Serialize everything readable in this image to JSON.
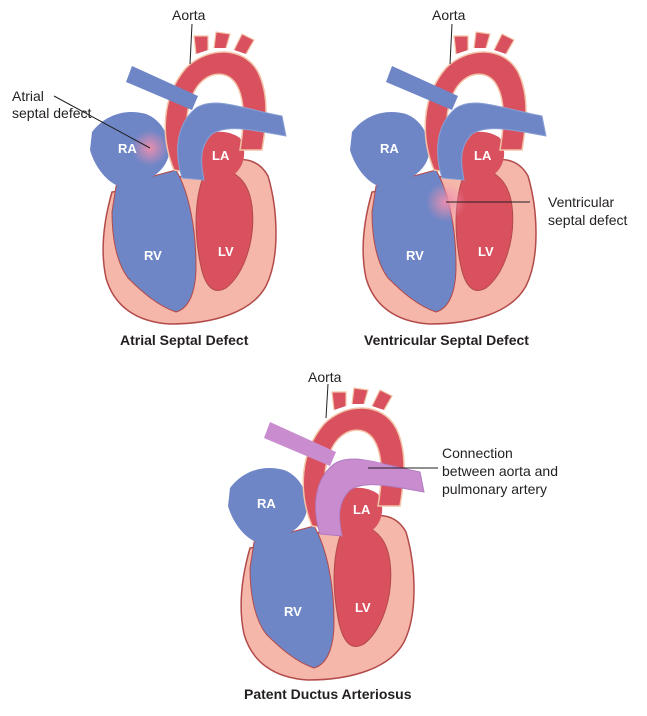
{
  "diagrams": [
    {
      "caption": "Atrial Septal Defect",
      "aorta_label": "Aorta",
      "defect_label_line1": "Atrial",
      "defect_label_line2": "septal defect",
      "chambers": {
        "ra": "RA",
        "la": "LA",
        "rv": "RV",
        "lv": "LV"
      }
    },
    {
      "caption": "Ventricular Septal Defect",
      "aorta_label": "Aorta",
      "defect_label_line1": "Ventricular",
      "defect_label_line2": "septal defect",
      "chambers": {
        "ra": "RA",
        "la": "LA",
        "rv": "RV",
        "lv": "LV"
      }
    },
    {
      "caption": "Patent Ductus Arteriosus",
      "aorta_label": "Aorta",
      "defect_label_line1": "Connection",
      "defect_label_line2": "between aorta and",
      "defect_label_line3": "pulmonary artery",
      "chambers": {
        "ra": "RA",
        "la": "LA",
        "rv": "RV",
        "lv": "LV"
      }
    }
  ],
  "colors": {
    "outer_wall": "#f5b7aa",
    "outline": "#b34a4a",
    "oxygenated": "#d9505e",
    "deoxygenated": "#6f86c6",
    "mixed": "#c98ccf",
    "defect_glow": "#ee8fa8"
  }
}
